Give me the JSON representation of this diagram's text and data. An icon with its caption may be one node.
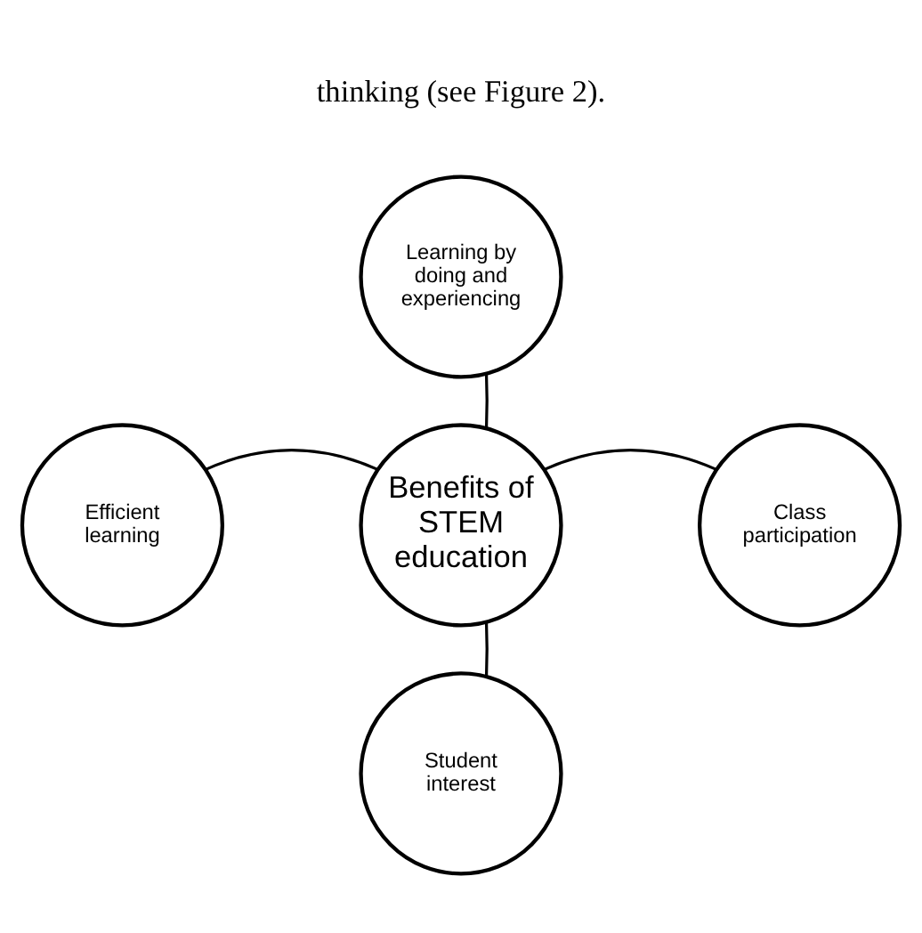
{
  "diagram": {
    "nodes": [
      {
        "text": [
          "Learning by doing and experiencing"
        ]
      },
      {
        "text": [
          "Efficient learning"
        ]
      },
      {
        "text": [
          "Benefits of STEM education"
        ]
      },
      {
        "text": [
          "Class participation"
        ]
      },
      {
        "text": [
          "Student interest"
        ]
      }
    ],
    "edges": [
      {
        "from": 2,
        "to": 0,
        "arrow": "none"
      },
      {
        "from": 2,
        "to": 1,
        "arrow": "none"
      },
      {
        "from": 2,
        "to": 3,
        "arrow": "none"
      },
      {
        "from": 2,
        "to": 4,
        "arrow": "none"
      }
    ],
    "labels": [
      "thinking (see Figure 2)."
    ]
  }
}
